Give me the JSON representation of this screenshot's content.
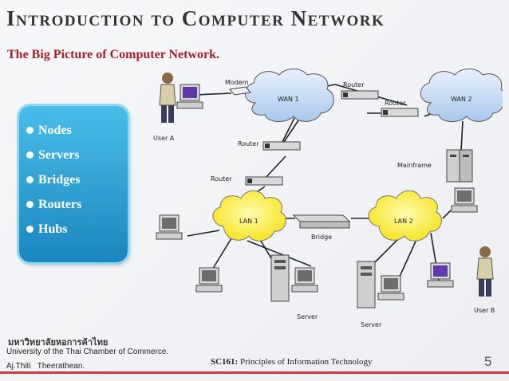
{
  "slide": {
    "title": "Introduction to Computer Network",
    "subtitle": "The Big Picture of Computer Network.",
    "page_number": "5"
  },
  "bullets": [
    "Nodes",
    "Servers",
    "Bridges",
    "Routers",
    "Hubs"
  ],
  "diagram": {
    "modem": "Modem",
    "router_top": "Router",
    "router_right": "Router",
    "router_mid": "Router",
    "router_low": "Router",
    "wan1": "WAN 1",
    "wan2": "WAN 2",
    "lan1": "LAN 1",
    "lan2": "LAN 2",
    "user_a": "User A",
    "user_b": "User B",
    "mainframe": "Mainframe",
    "bridge": "Bridge",
    "server1": "Server",
    "server2": "Server"
  },
  "footer": {
    "university_thai": "มหาวิทยาลัยหอการค้าไทย",
    "university_en": "University of the Thai Chamber of Commerce.",
    "teacher": "Aj.Thiti   Theerathean.",
    "course_code": "SC161:",
    "course_name": " Principles of Information Technology"
  },
  "colors": {
    "wan_cloud": "#c6dcf6",
    "lan_cloud": "#fff04d",
    "panel": "#2aa4d8",
    "subtitle": "#a3202a",
    "footer_rule": "#d13a3a"
  }
}
